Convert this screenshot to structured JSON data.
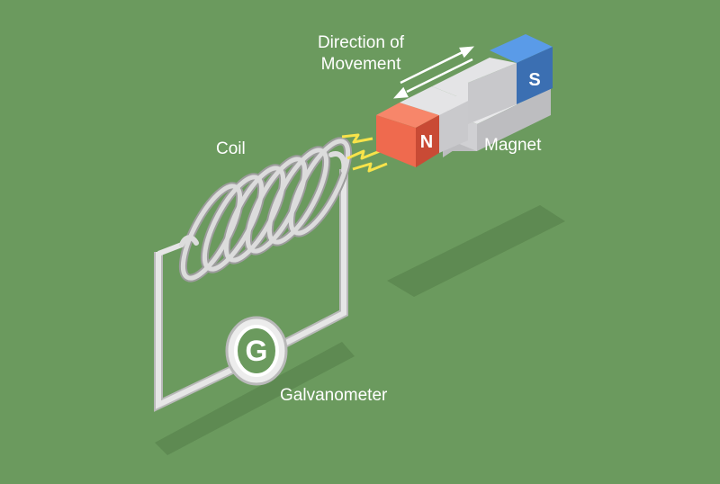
{
  "labels": {
    "direction_line1": "Direction of",
    "direction_line2": "Movement",
    "coil": "Coil",
    "magnet": "Magnet",
    "galvanometer": "Galvanometer"
  },
  "magnet": {
    "north_pole": "N",
    "south_pole": "S"
  },
  "galvanometer": {
    "symbol": "G"
  },
  "colors": {
    "background": "#6b9a5e",
    "shadow": "#5e8a52",
    "wire": "#e2e2e2",
    "magnet_north": "#f26b4f",
    "magnet_body": "#d4d4d6",
    "magnet_south": "#4a8ae0",
    "spark": "#f7e34a"
  }
}
